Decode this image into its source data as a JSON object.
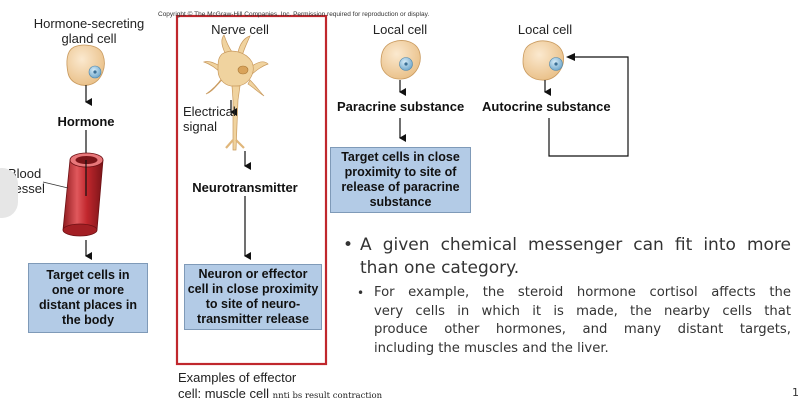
{
  "copyright": "Copyright © The McGraw-Hill Companies, Inc. Permission required for reproduction or display.",
  "endocrine": {
    "cell_label_line1": "Hormone-secreting",
    "cell_label_line2": "gland cell",
    "product": "Hormone",
    "vessel_label_line1": "Blood",
    "vessel_label_line2": "vessel",
    "target": [
      "Target cells in",
      "one or more",
      "distant places in",
      "the body"
    ]
  },
  "neural": {
    "cell_label": "Nerve cell",
    "signal_label_line1": "Electrical",
    "signal_label_line2": "signal",
    "product": "Neurotransmitter",
    "target": [
      "Neuron or effector",
      "cell in close proximity",
      "to site of neuro-",
      "transmitter release"
    ],
    "example_line1": "Examples of effector",
    "example_line2": "cell: muscle cell",
    "note": "nnti bs result contraction"
  },
  "paracrine": {
    "cell_label": "Local cell",
    "product": "Paracrine substance",
    "target": [
      "Target cells in close",
      "proximity to site of",
      "release of paracrine",
      "substance"
    ]
  },
  "autocrine": {
    "cell_label": "Local cell",
    "product": "Autocrine substance"
  },
  "bullets": {
    "main_line1": "A given chemical messenger can fit into more",
    "main_line2": "than one category.",
    "sub_line1": "For example, the steroid hormone cortisol affects the",
    "sub_line2": "very cells in which it is made, the nearby cells that",
    "sub_line3": "produce other hormones, and many distant targets,",
    "sub_line4": "including the muscles and the liver."
  },
  "page_number": "1",
  "colors": {
    "highlight_border": "#c0272d",
    "target_box": "#b3cbe6",
    "cell_fill": "#f5d6a8",
    "nucleus": "#9cc3dd",
    "vessel": "#c1272d"
  }
}
